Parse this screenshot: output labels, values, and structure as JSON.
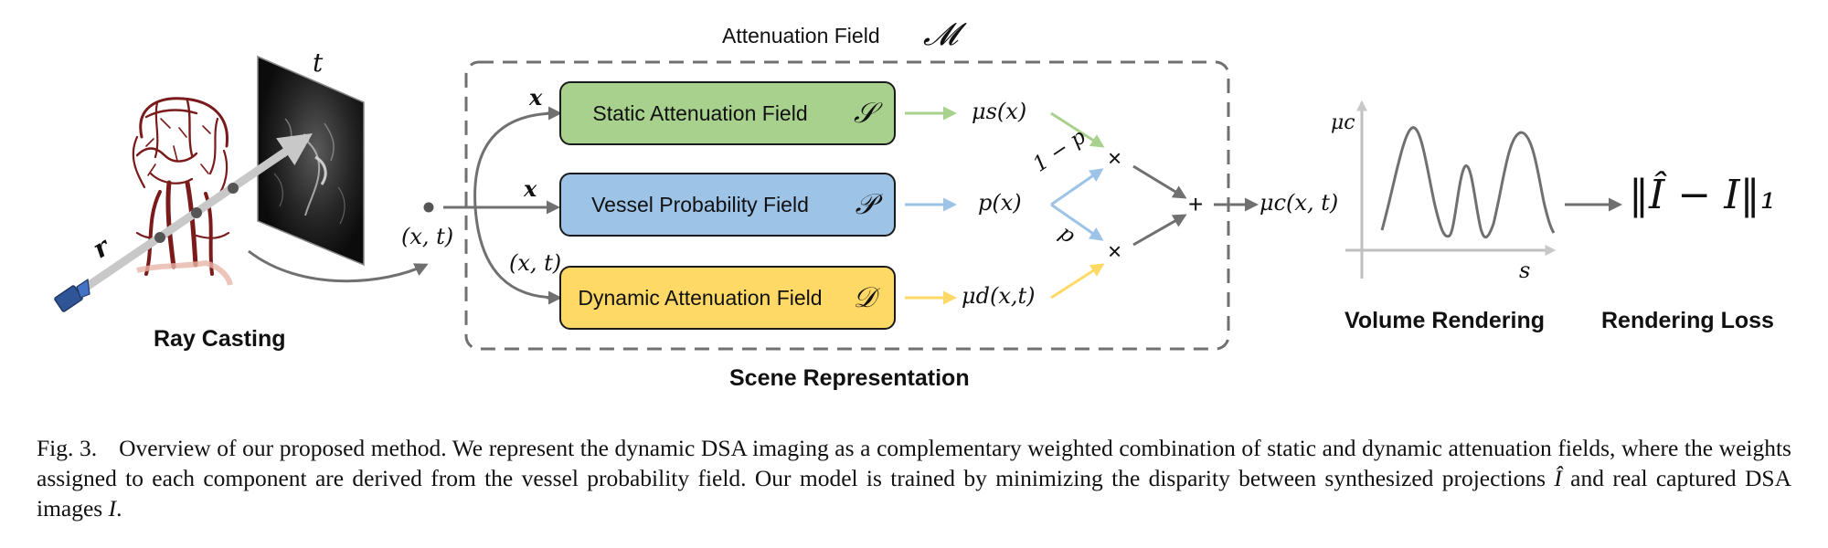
{
  "diagram": {
    "field_title": "Attenuation Field",
    "field_symbol": "𝓜",
    "section_labels": {
      "ray_casting": "Ray Casting",
      "scene_representation": "Scene Representation",
      "volume_rendering": "Volume Rendering",
      "rendering_loss": "Rendering Loss"
    },
    "boxes": [
      {
        "id": "static",
        "label": "Static Attenuation Field",
        "symbol": "𝒮",
        "color": "#a9d18e",
        "output": "μs(x)"
      },
      {
        "id": "vessel",
        "label": "Vessel Probability Field",
        "symbol": "𝒫",
        "color": "#9dc3e6",
        "output": "p(x)"
      },
      {
        "id": "dynamic",
        "label": "Dynamic Attenuation Field",
        "symbol": "𝒟",
        "color": "#ffd966",
        "output": "μd(x,t)"
      }
    ],
    "arrow_colors": {
      "static": "#a9d18e",
      "vessel": "#9dc3e6",
      "dynamic": "#ffd966",
      "neutral": "#707070"
    },
    "math_labels": {
      "time": "t",
      "ray": "r",
      "input_point": "(x, t)",
      "input_x_top": "x",
      "input_x_mid": "x",
      "input_xt_bottom": "(x, t)",
      "one_minus_p": "1 − p",
      "p_weight": "p",
      "multiply_top": "×",
      "multiply_bottom": "×",
      "plus": "+",
      "combined_output": "μc(x, t)",
      "plot_y_axis": "μc",
      "plot_x_axis": "s",
      "loss": "‖Î − I‖₁"
    }
  },
  "caption": {
    "figure_number": "Fig. 3.",
    "text_part1": "Overview of our proposed method. We represent the dynamic DSA imaging as a complementary weighted combination of static and dynamic attenuation fields, where the weights assigned to each component are derived from the vessel probability field. Our model is trained by minimizing the disparity between synthesized projections ",
    "symbol_synth": "Î",
    "text_part2": " and real captured DSA images ",
    "symbol_real": "I",
    "text_part3": "."
  }
}
